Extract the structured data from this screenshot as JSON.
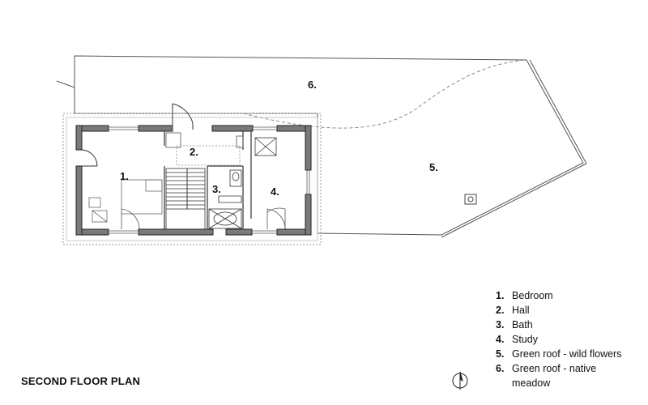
{
  "plan": {
    "title": "SECOND FLOOR PLAN",
    "rooms": [
      {
        "num": "1.",
        "name": "Bedroom"
      },
      {
        "num": "2.",
        "name": "Hall"
      },
      {
        "num": "3.",
        "name": "Bath"
      },
      {
        "num": "4.",
        "name": "Study"
      },
      {
        "num": "5.",
        "name": "Green roof - wild flowers"
      },
      {
        "num": "6.",
        "name": "Green roof - native meadow"
      }
    ]
  },
  "colors": {
    "wall": "#7a7a7a",
    "line": "#333333",
    "dashed": "#888888"
  },
  "icons": {
    "north_arrow": "north-arrow-icon"
  }
}
